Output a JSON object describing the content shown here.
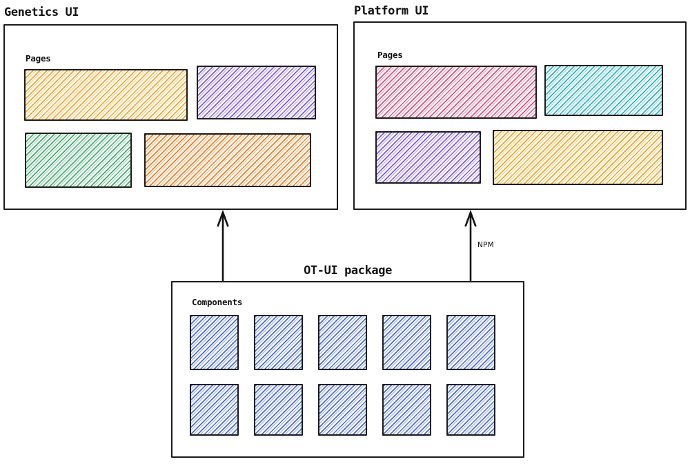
{
  "genetics": {
    "title": "Genetics UI",
    "section_label": "Pages",
    "pages": [
      {
        "id": "genetics-page-1",
        "color": "#f5a62b"
      },
      {
        "id": "genetics-page-2",
        "color": "#7b5be6"
      },
      {
        "id": "genetics-page-3",
        "color": "#3fae68"
      },
      {
        "id": "genetics-page-4",
        "color": "#ef7d1f"
      }
    ]
  },
  "platform": {
    "title": "Platform UI",
    "section_label": "Pages",
    "pages": [
      {
        "id": "platform-page-1",
        "color": "#dd4e79"
      },
      {
        "id": "platform-page-2",
        "color": "#2ab3c4"
      },
      {
        "id": "platform-page-3",
        "color": "#7b5be6"
      },
      {
        "id": "platform-page-4",
        "color": "#f2a521"
      }
    ]
  },
  "package": {
    "title": "OT-UI package",
    "section_label": "Components",
    "component_color": "#4a6be0",
    "component_count": 10
  },
  "connections": {
    "npm_label": "NPM",
    "arrow_color": "#111111"
  }
}
